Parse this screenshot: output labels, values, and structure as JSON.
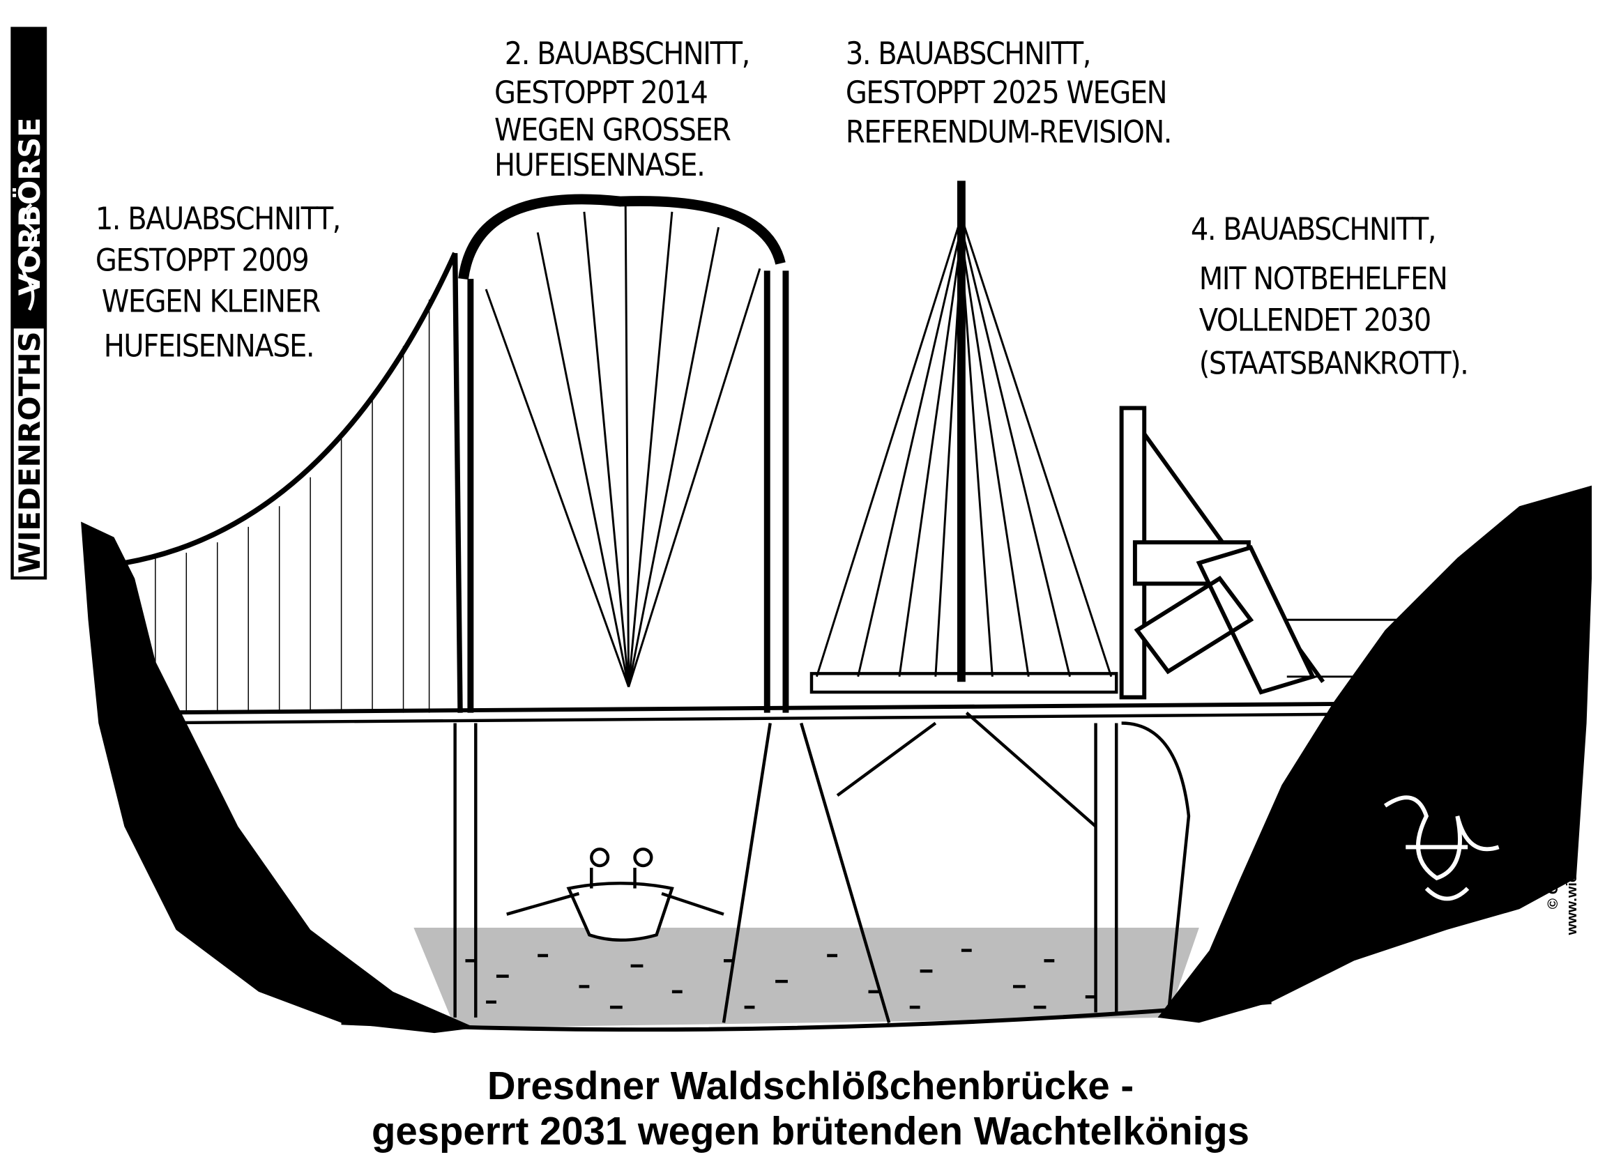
{
  "logo": {
    "top": "VORBÖRSE",
    "bottom": "WIEDENROTHS"
  },
  "labels": [
    {
      "lines": [
        "1. Bauabschnitt,",
        "gestoppt 2009",
        "wegen kleiner",
        "Hufeisennase."
      ]
    },
    {
      "lines": [
        "2. Bauabschnitt,",
        "gestoppt 2014",
        "wegen grosser",
        "Hufeisennase."
      ]
    },
    {
      "lines": [
        "3. Bauabschnitt,",
        "gestoppt 2025 wegen",
        "Referendum-Revision."
      ]
    },
    {
      "lines": [
        "4. Bauabschnitt,",
        "mit Notbehelfen",
        "vollendet 2030",
        "(Staatsbankrott)."
      ]
    }
  ],
  "caption": {
    "line1": "Dresdner Waldschlößchenbrücke -",
    "line2": "gesperrt 2031 wegen brütenden Wachtelkönigs"
  },
  "copyright": {
    "line1": "© Götz Wiedenroth 2007",
    "line2": "www.wiedenroth-karikatur.de"
  },
  "colors": {
    "ink": "#000000",
    "water": "#bdbdbd",
    "paper": "#ffffff"
  }
}
